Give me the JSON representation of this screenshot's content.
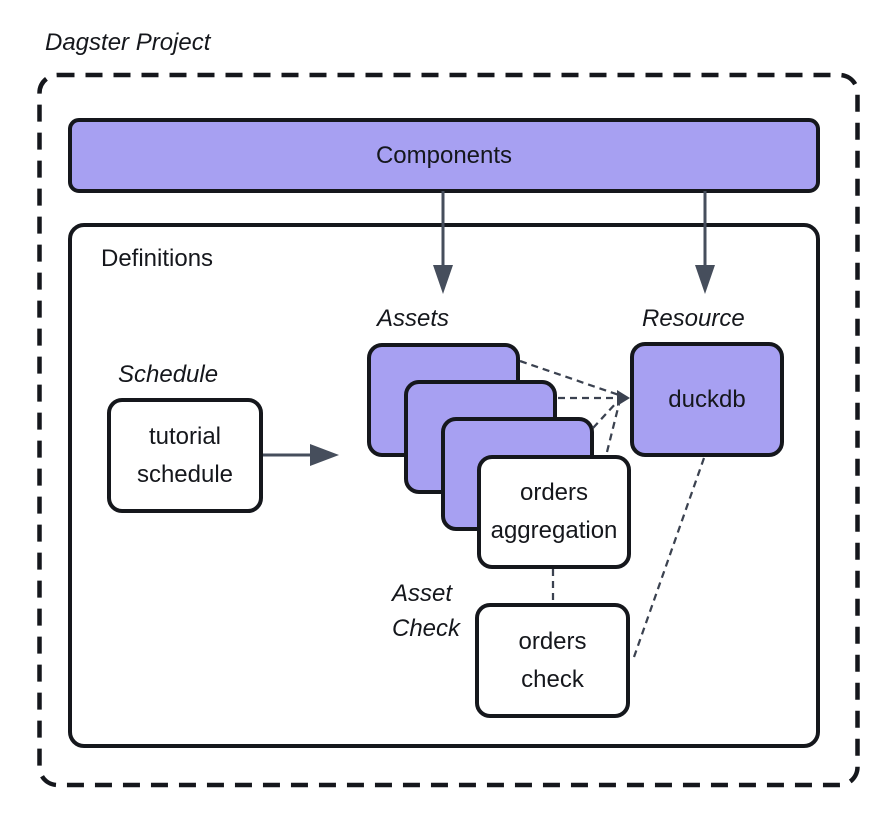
{
  "title": "Dagster Project",
  "components": {
    "label": "Components"
  },
  "definitions": {
    "label": "Definitions"
  },
  "labels": {
    "schedule": "Schedule",
    "assets": "Assets",
    "resource": "Resource",
    "asset_check": {
      "line1": "Asset",
      "line2": "Check"
    }
  },
  "nodes": {
    "tutorial_schedule": {
      "line1": "tutorial",
      "line2": "schedule"
    },
    "orders_aggregation": {
      "line1": "orders",
      "line2": "aggregation"
    },
    "duckdb": {
      "label": "duckdb"
    },
    "orders_check": {
      "line1": "orders",
      "line2": "check"
    }
  },
  "edges": [
    {
      "from": "components",
      "to": "assets",
      "style": "solid-arrow"
    },
    {
      "from": "components",
      "to": "resource",
      "style": "solid-arrow"
    },
    {
      "from": "tutorial_schedule",
      "to": "assets",
      "style": "solid-arrow"
    },
    {
      "from": "assets",
      "to": "duckdb",
      "style": "dashed-arrow"
    },
    {
      "from": "orders_aggregation",
      "to": "duckdb",
      "style": "dashed-arrow"
    },
    {
      "from": "orders_aggregation",
      "to": "orders_check",
      "style": "dashed"
    },
    {
      "from": "duckdb",
      "to": "orders_check",
      "style": "dashed"
    }
  ],
  "colors": {
    "purple": "#a7a0f2",
    "ink": "#15171c",
    "arrow": "#464e5c",
    "connector": "#3b4250"
  }
}
